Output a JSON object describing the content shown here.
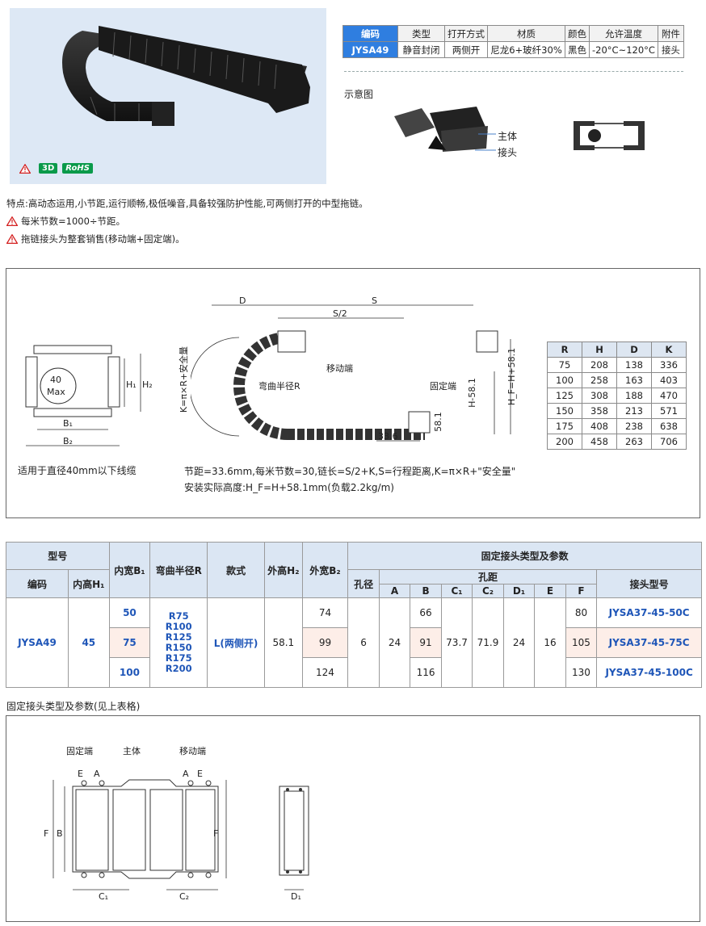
{
  "badges": [
    "3D",
    "RoHS"
  ],
  "spec_table": {
    "headers": [
      "编码",
      "类型",
      "打开方式",
      "材质",
      "颜色",
      "允许温度",
      "附件"
    ],
    "row": [
      "JYSA49",
      "静音封闭",
      "两侧开",
      "尼龙6+玻纤30%",
      "黑色",
      "-20°C~120°C",
      "接头"
    ]
  },
  "diagram": {
    "title": "示意图",
    "label_body": "主体",
    "label_joint": "接头"
  },
  "notes": {
    "features": "特点:高动态运用,小节距,运行顺畅,极低噪音,具备较强防护性能,可两侧打开的中型拖链。",
    "warn1": "每米节数=1000÷节距。",
    "warn2": "拖链接头为整套销售(移动端+固定端)。"
  },
  "drawing": {
    "cable_max_value": "40",
    "cable_max_label": "Max",
    "label_B1": "B₁",
    "label_B2": "B₂",
    "label_H1": "H₁",
    "label_H2": "H₂",
    "cable_note": "适用于直径40mm以下线缆",
    "label_D": "D",
    "label_S": "S",
    "label_S2": "S/2",
    "label_moving": "移动端",
    "label_radius": "弯曲半径R",
    "label_fixed": "固定端",
    "label_K": "K=π×R+安全量",
    "label_H581": "H-58.1",
    "label_HF": "H_F=H+58.1",
    "dim_581": "58.1",
    "dim_336": "33.6",
    "formula1": "节距=33.6mm,每米节数=30,链长=S/2+K,S=行程距离,K=π×R+\"安全量\"",
    "formula2": "安装实际高度:H_F=H+58.1mm(负载2.2kg/m)"
  },
  "r_table": {
    "headers": [
      "R",
      "H",
      "D",
      "K"
    ],
    "rows": [
      [
        "75",
        "208",
        "138",
        "336"
      ],
      [
        "100",
        "258",
        "163",
        "403"
      ],
      [
        "125",
        "308",
        "188",
        "470"
      ],
      [
        "150",
        "358",
        "213",
        "571"
      ],
      [
        "175",
        "408",
        "238",
        "638"
      ],
      [
        "200",
        "458",
        "263",
        "706"
      ]
    ]
  },
  "main_table": {
    "h_model": "型号",
    "h_code": "编码",
    "h_inner_h": "内高H₁",
    "h_inner_w": "内宽B₁",
    "h_radius": "弯曲半径R",
    "h_style": "款式",
    "h_outer_h": "外高H₂",
    "h_outer_w": "外宽B₂",
    "h_fixed": "固定接头类型及参数",
    "h_hole_dia": "孔径",
    "h_hole_dist": "孔距",
    "h_cols": [
      "A",
      "B",
      "C₁",
      "C₂",
      "D₁",
      "E",
      "F"
    ],
    "h_joint": "接头型号",
    "code": "JYSA49",
    "inner_h": "45",
    "radius": [
      "R75",
      "R100",
      "R125",
      "R150",
      "R175",
      "R200"
    ],
    "style": "L(两侧开)",
    "outer_h": "58.1",
    "hole": "6",
    "A": "24",
    "C1": "73.7",
    "C2": "71.9",
    "D1": "24",
    "E": "16",
    "rows": [
      {
        "b1": "50",
        "b2": "74",
        "B": "66",
        "F": "80",
        "joint": "JYSA37-45-50C"
      },
      {
        "b1": "75",
        "b2": "99",
        "B": "91",
        "F": "105",
        "joint": "JYSA37-45-75C"
      },
      {
        "b1": "100",
        "b2": "124",
        "B": "116",
        "F": "130",
        "joint": "JYSA37-45-100C"
      }
    ]
  },
  "bottom": {
    "title": "固定接头类型及参数(见上表格)",
    "label_fixed": "固定端",
    "label_body": "主体",
    "label_moving": "移动端",
    "E": "E",
    "A": "A",
    "F": "F",
    "B": "B",
    "C1": "C₁",
    "C2": "C₂",
    "D1": "D₁"
  },
  "colors": {
    "accent": "#2f7ee0",
    "header_bg": "#dbe6f3",
    "highlight_row": "#fdeee8",
    "warning": "#d42020",
    "green_badge": "#0a9a4a"
  }
}
